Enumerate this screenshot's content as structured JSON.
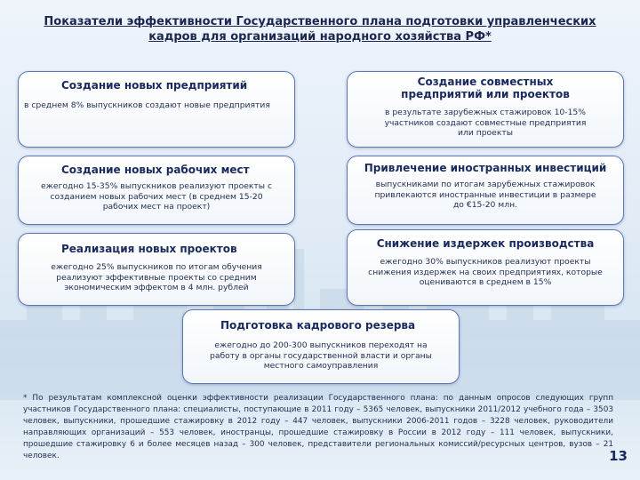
{
  "title": {
    "line1": "Показатели эффективности Государственного плана подготовки управленческих",
    "line2": "кадров для организаций народного хозяйства РФ*"
  },
  "cards": {
    "new_enterprises": {
      "head": "Создание новых предприятий",
      "body": "в среднем 8% выпускников создают новые предприятия"
    },
    "joint_ventures": {
      "head": "Создание совместных предприятий или проектов",
      "body": "в результате зарубежных стажировок 10-15% участников создают совместные предприятия или проекты"
    },
    "new_jobs": {
      "head": "Создание новых рабочих мест",
      "body": "ежегодно 15-35% выпускников реализуют проекты с созданием новых рабочих мест (в среднем 15-20 рабочих мест на проект)"
    },
    "foreign_investment": {
      "head": "Привлечение иностранных инвестиций",
      "body": "выпускниками по итогам зарубежных стажировок привлекаются иностранные инвестиции в размере до €15-20 млн."
    },
    "new_projects": {
      "head": "Реализация новых проектов",
      "body": "ежегодно 25% выпускников по итогам обучения реализуют эффективные проекты со средним экономическим эффектом в 4 млн. рублей"
    },
    "cost_reduction": {
      "head": "Снижение издержек производства",
      "body": "ежегодно 30% выпускников реализуют проекты снижения издержек на своих предприятиях, которые оцениваются в среднем в 15%"
    },
    "personnel_reserve": {
      "head": "Подготовка кадрового резерва",
      "body": "ежегодно до 200-300 выпускников переходят на работу в органы государственной власти и органы местного самоуправления"
    }
  },
  "footnote": "* По результатам комплексной оценки эффективности реализации Государственного плана: по данным опросов следующих групп участников Государственного плана: специалисты, поступающие в 2011 году – 5365 человек, выпускники 2011/2012 учебного года – 3503 человек, выпускники, прошедшие стажировку в 2012 году – 447 человек, выпускники 2006-2011 годов – 3228 человек, руководители направляющих организаций – 553 человек, иностранцы, прошедшие стажировку в России в 2012 году – 111 человек, выпускники, прошедшие стажировку 6 и более месяцев назад – 300 человек, представители региональных комиссий/ресурсных центров, вузов – 21 человек.",
  "page_number": "13",
  "colors": {
    "accent": "#1a2a5e",
    "border": "#5b78b4",
    "text": "#1f2d52"
  }
}
